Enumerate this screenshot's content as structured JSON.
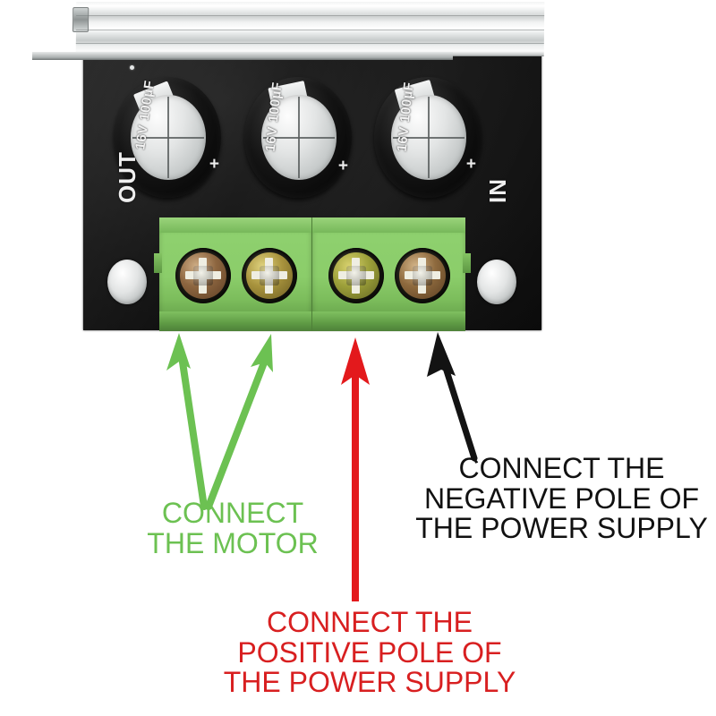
{
  "scene": {
    "subject": "pwm-dc-motor-speed-controller-board-wiring-guide",
    "background_color": "#ffffff"
  },
  "board": {
    "pcb_color": "#141414",
    "heatsink": {
      "name": "aluminium-heatsink",
      "color": "#e8eaea"
    },
    "silkscreen": {
      "left_label": "OUT",
      "right_label": "IN"
    },
    "capacitors": [
      {
        "name": "capacitor-left",
        "markings": "16V 100µF",
        "polarity_mark": "+"
      },
      {
        "name": "capacitor-middle",
        "markings": "16V 100µF",
        "polarity_mark": "+"
      },
      {
        "name": "capacitor-right",
        "markings": "16V 100µF",
        "polarity_mark": "+"
      }
    ],
    "terminal_block": {
      "name": "4-pole-screw-terminal",
      "color": "#8bcd6a",
      "screw_count": 4,
      "screws": [
        {
          "name": "terminal-screw-1",
          "function": "motor-output-a"
        },
        {
          "name": "terminal-screw-2",
          "function": "motor-output-b"
        },
        {
          "name": "terminal-screw-3",
          "function": "power-positive"
        },
        {
          "name": "terminal-screw-4",
          "function": "power-negative"
        }
      ]
    },
    "mounting_holes": 2
  },
  "annotations": {
    "motor": {
      "text": "CONNECT\nTHE MOTOR",
      "color": "#6cc152",
      "arrow_count": 2,
      "points_to": "terminal-screw-1, terminal-screw-2"
    },
    "positive": {
      "text": "CONNECT THE\nPOSITIVE POLE OF\nTHE POWER SUPPLY",
      "color": "#d81f20",
      "arrow_count": 1,
      "points_to": "terminal-screw-3"
    },
    "negative": {
      "text": "CONNECT THE\nNEGATIVE POLE OF\nTHE POWER SUPPLY",
      "color": "#111111",
      "arrow_count": 1,
      "points_to": "terminal-screw-4"
    }
  }
}
